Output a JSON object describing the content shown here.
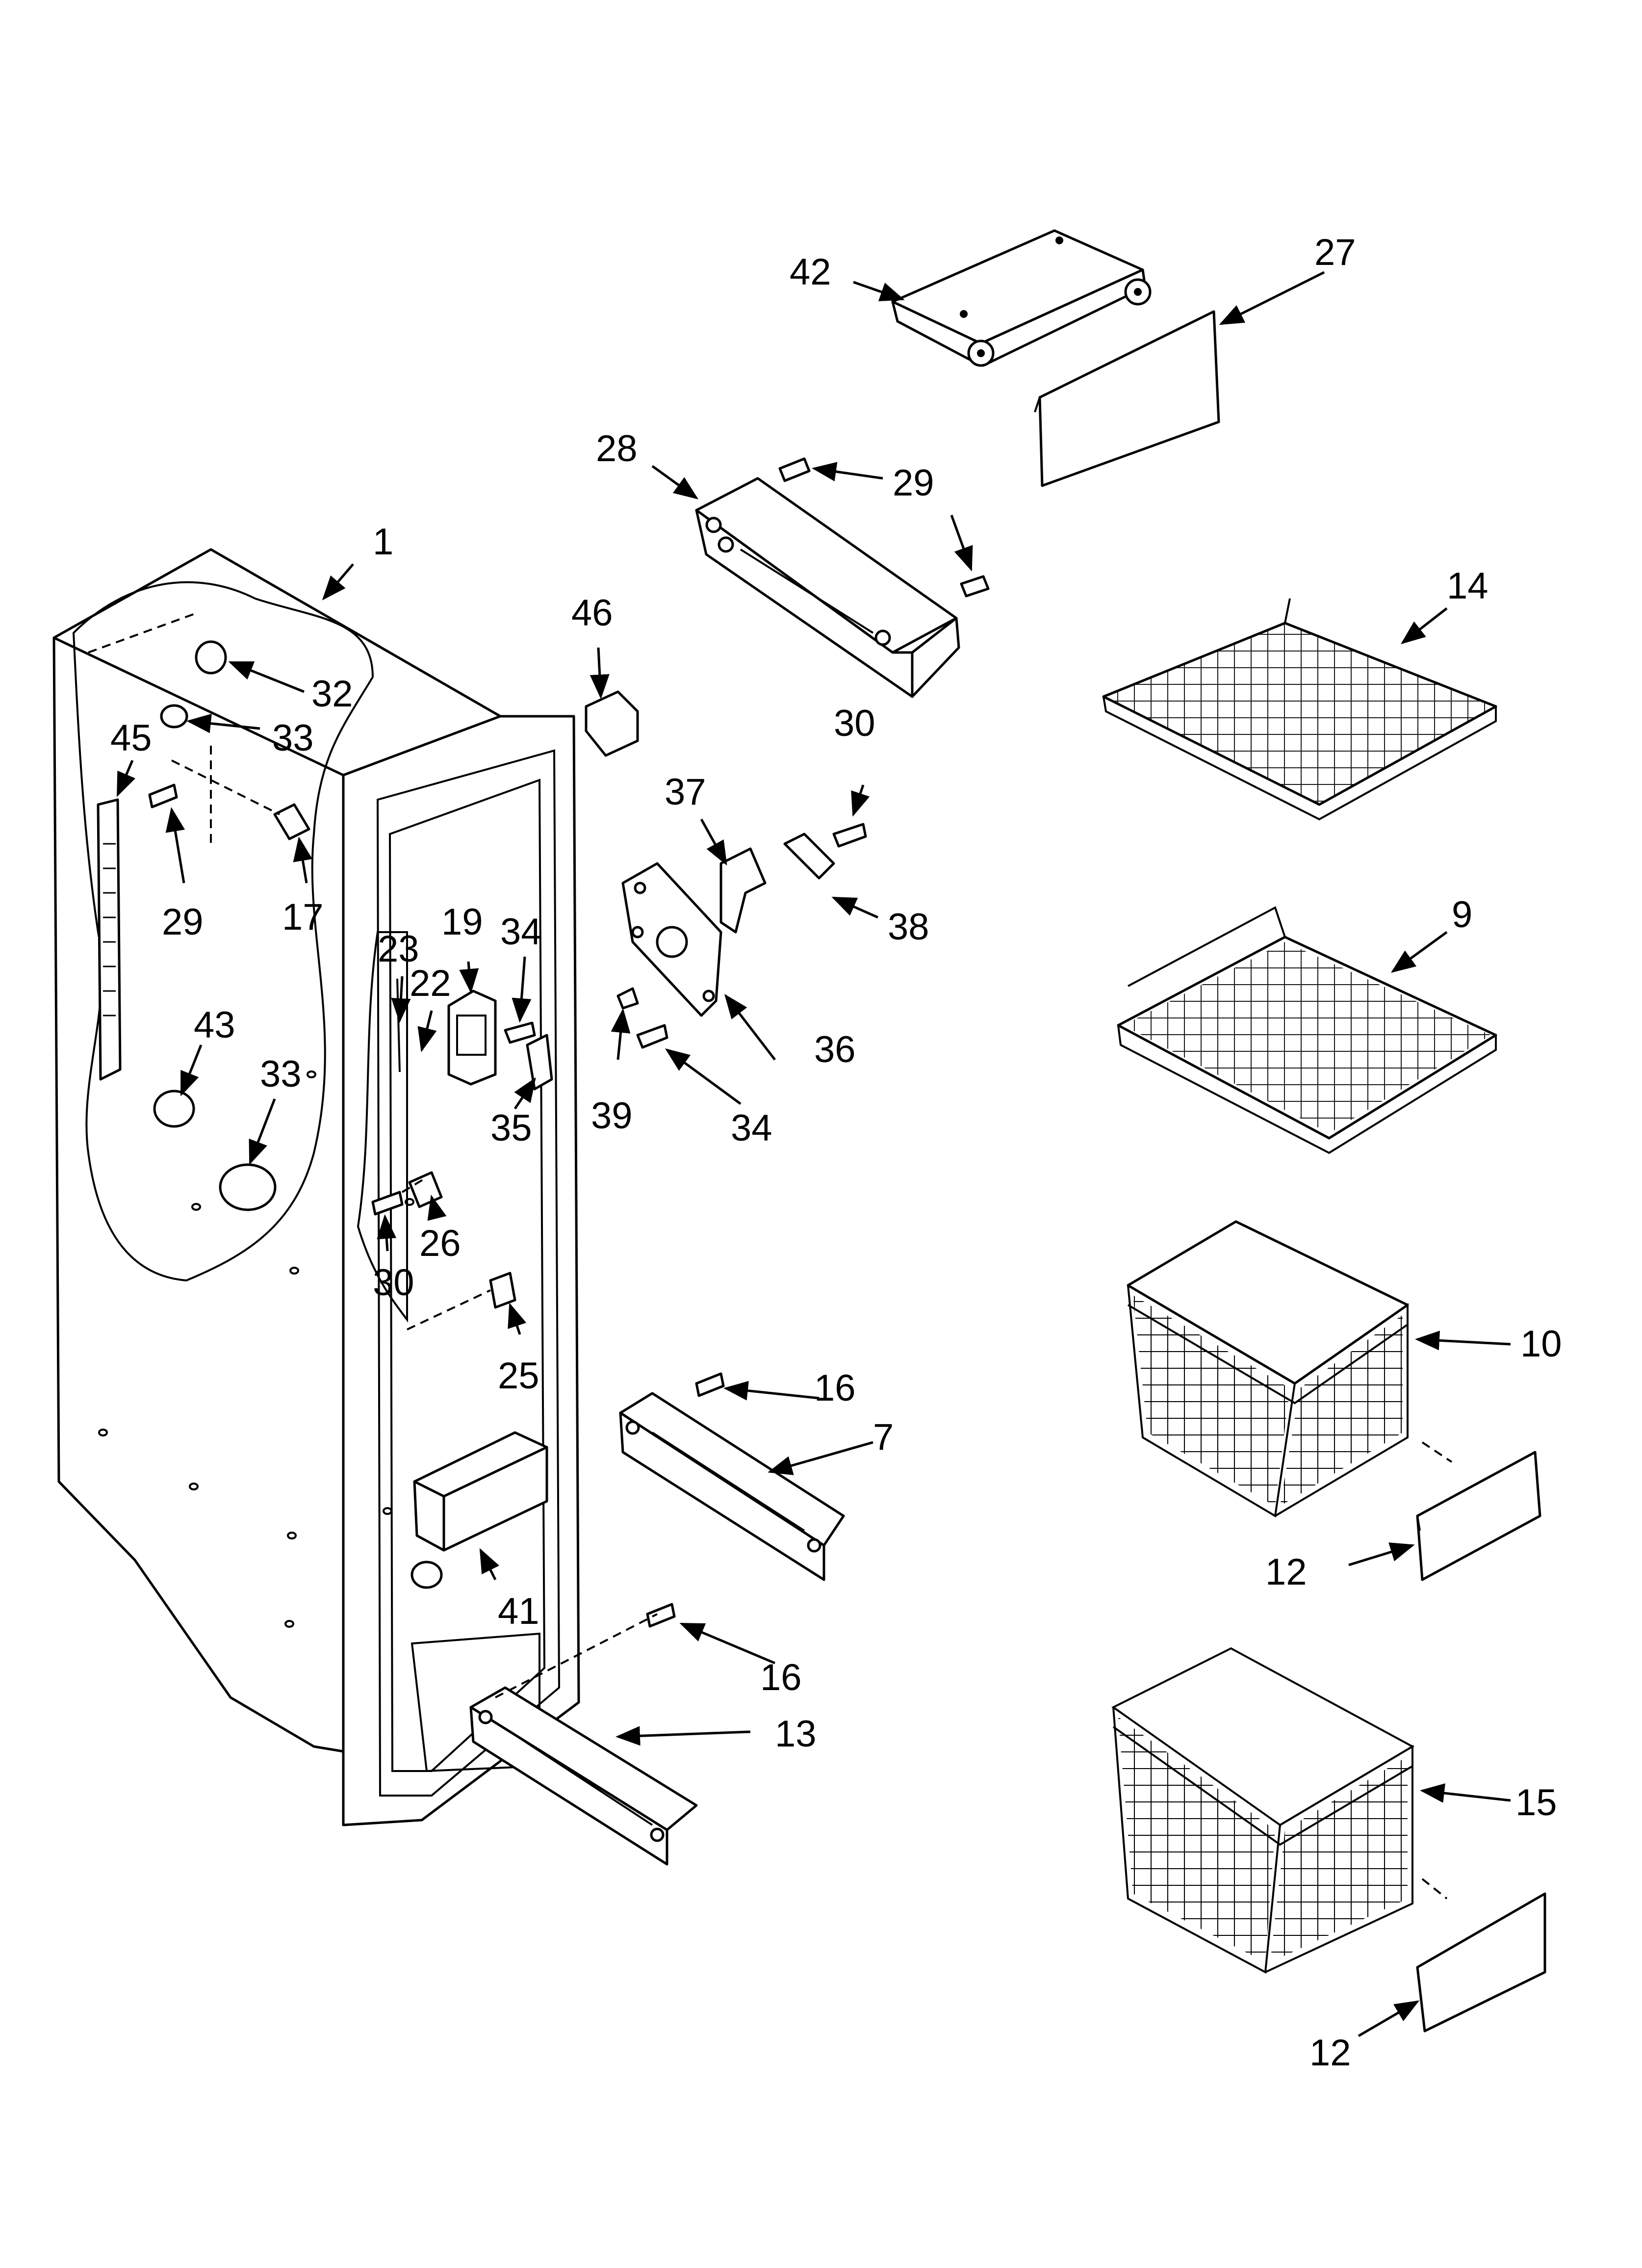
{
  "diagram": {
    "callouts": [
      {
        "id": "c1",
        "text": "1"
      },
      {
        "id": "c7",
        "text": "7"
      },
      {
        "id": "c9",
        "text": "9"
      },
      {
        "id": "c10",
        "text": "10"
      },
      {
        "id": "c12a",
        "text": "12"
      },
      {
        "id": "c12b",
        "text": "12"
      },
      {
        "id": "c13",
        "text": "13"
      },
      {
        "id": "c14",
        "text": "14"
      },
      {
        "id": "c15",
        "text": "15"
      },
      {
        "id": "c16a",
        "text": "16"
      },
      {
        "id": "c16b",
        "text": "16"
      },
      {
        "id": "c17",
        "text": "17"
      },
      {
        "id": "c19",
        "text": "19"
      },
      {
        "id": "c22",
        "text": "22"
      },
      {
        "id": "c23",
        "text": "23"
      },
      {
        "id": "c25",
        "text": "25"
      },
      {
        "id": "c26",
        "text": "26"
      },
      {
        "id": "c27",
        "text": "27"
      },
      {
        "id": "c28",
        "text": "28"
      },
      {
        "id": "c29a",
        "text": "29"
      },
      {
        "id": "c29b",
        "text": "29"
      },
      {
        "id": "c30a",
        "text": "30"
      },
      {
        "id": "c30b",
        "text": "30"
      },
      {
        "id": "c32",
        "text": "32"
      },
      {
        "id": "c33a",
        "text": "33"
      },
      {
        "id": "c33b",
        "text": "33"
      },
      {
        "id": "c34a",
        "text": "34"
      },
      {
        "id": "c34b",
        "text": "34"
      },
      {
        "id": "c35",
        "text": "35"
      },
      {
        "id": "c36",
        "text": "36"
      },
      {
        "id": "c37",
        "text": "37"
      },
      {
        "id": "c38",
        "text": "38"
      },
      {
        "id": "c39",
        "text": "39"
      },
      {
        "id": "c41",
        "text": "41"
      },
      {
        "id": "c42",
        "text": "42"
      },
      {
        "id": "c43",
        "text": "43"
      },
      {
        "id": "c45",
        "text": "45"
      },
      {
        "id": "c46",
        "text": "46"
      }
    ]
  }
}
